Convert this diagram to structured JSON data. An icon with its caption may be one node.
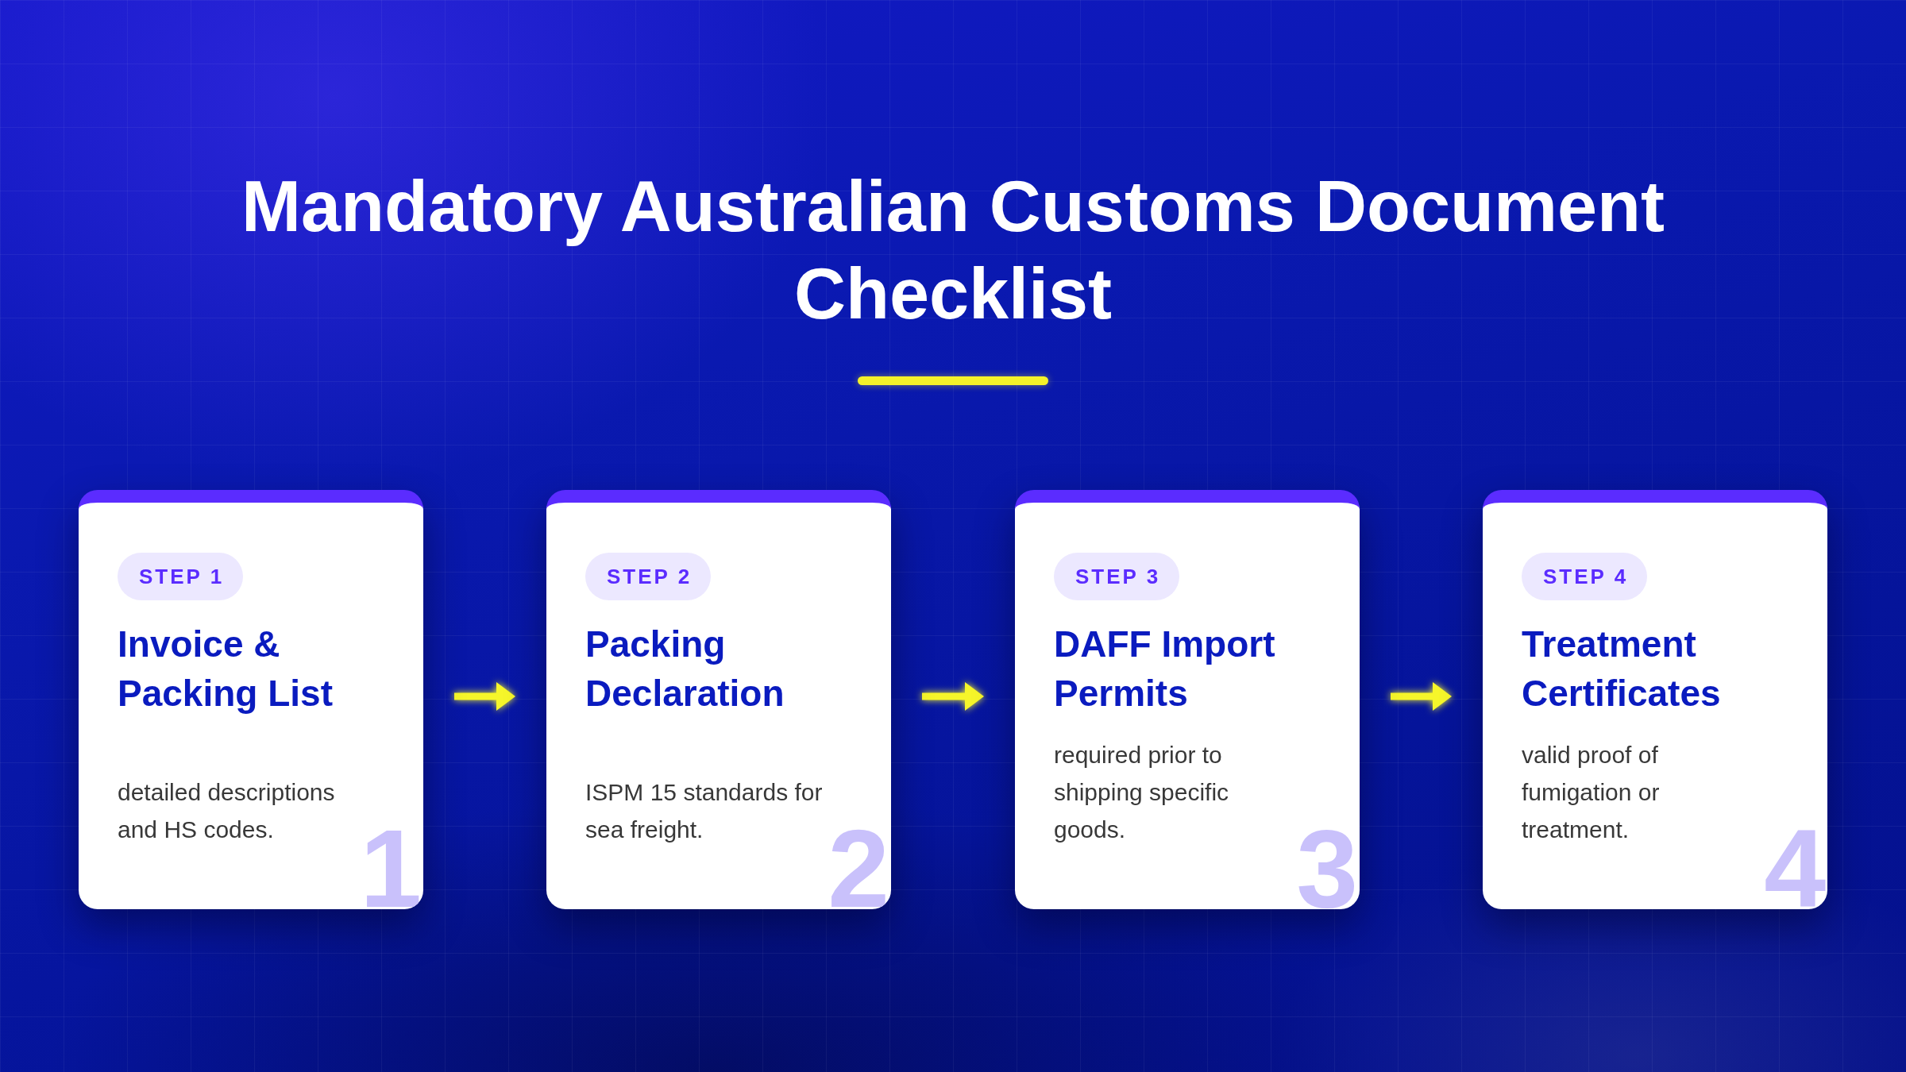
{
  "diagram": {
    "title": "Mandatory Australian Customs Document Checklist",
    "nodes": [
      {
        "text": [
          "STEP 1",
          "Invoice & Packing List",
          "detailed descriptions and HS codes.",
          "1"
        ]
      },
      {
        "text": [
          "STEP 2",
          "Packing Declaration",
          "ISPM 15 standards for sea freight.",
          "2"
        ]
      },
      {
        "text": [
          "STEP 3",
          "DAFF Import Permits",
          "required prior to shipping specific goods.",
          "3"
        ]
      },
      {
        "text": [
          "STEP 4",
          "Treatment Certificates",
          "valid proof of fumigation or treatment.",
          "4"
        ]
      }
    ],
    "edges": [
      {
        "from": 0,
        "to": 1,
        "arrow": "to"
      },
      {
        "from": 1,
        "to": 2,
        "arrow": "to"
      },
      {
        "from": 2,
        "to": 3,
        "arrow": "to"
      }
    ]
  }
}
